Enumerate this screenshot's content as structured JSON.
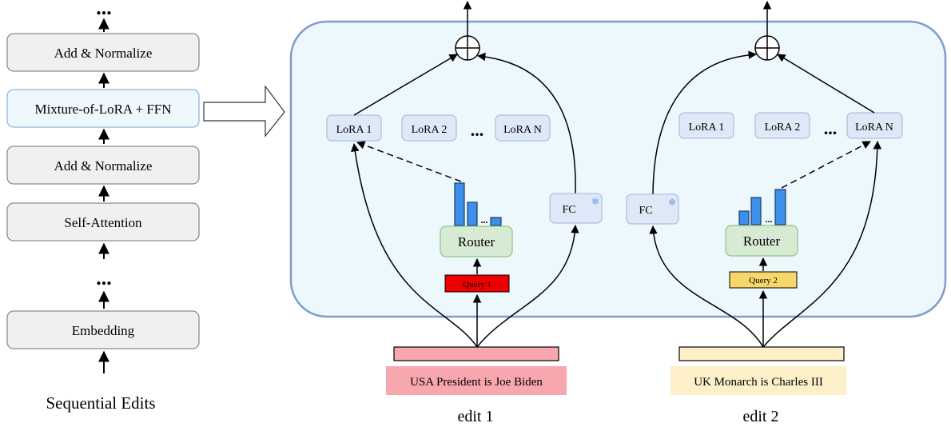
{
  "left_stack": {
    "top_dots": "...",
    "add_normalize_top": "Add & Normalize",
    "mixture": "Mixture-of-LoRA + FFN",
    "add_normalize_bottom": "Add & Normalize",
    "self_attention": "Self-Attention",
    "mid_dots": "...",
    "embedding": "Embedding",
    "caption": "Sequential Edits"
  },
  "panel": {
    "lora1_left": "LoRA 1",
    "lora2_left": "LoRA 2",
    "loraN_left": "LoRA N",
    "dots_left": "...",
    "lora1_right": "LoRA 1",
    "lora2_right": "LoRA 2",
    "loraN_right": "LoRA N",
    "dots_right": "...",
    "router_left": "Router",
    "router_right": "Router",
    "fc_left": "FC",
    "fc_right": "FC",
    "query1": "Query 1",
    "query2": "Query 2",
    "frozen_icon": "snowflake-icon"
  },
  "edits": {
    "edit1_text": "USA President is Joe Biden",
    "edit2_text": "UK Monarch is Charles III",
    "edit1_label": "edit 1",
    "edit2_label": "edit 2"
  },
  "colors": {
    "panel_fill": "#ecf8fc",
    "panel_stroke": "#7f9ccb",
    "lora_fill": "#dfe8f7",
    "lora_stroke": "#9fb4d9",
    "router_fill": "#d7ead3",
    "router_stroke": "#93c47d",
    "bar_fill": "#3d8fea",
    "query1_fill": "#ee0000",
    "query2_fill": "#f8d66a",
    "edit1_fill": "#f7a7ad",
    "edit2_fill": "#fdf0c9",
    "stack_fill": "#f0f0f0",
    "stack_stroke": "#8c8c8c",
    "mixture_fill": "#eef7fc",
    "mixture_stroke": "#8fb7d8"
  }
}
